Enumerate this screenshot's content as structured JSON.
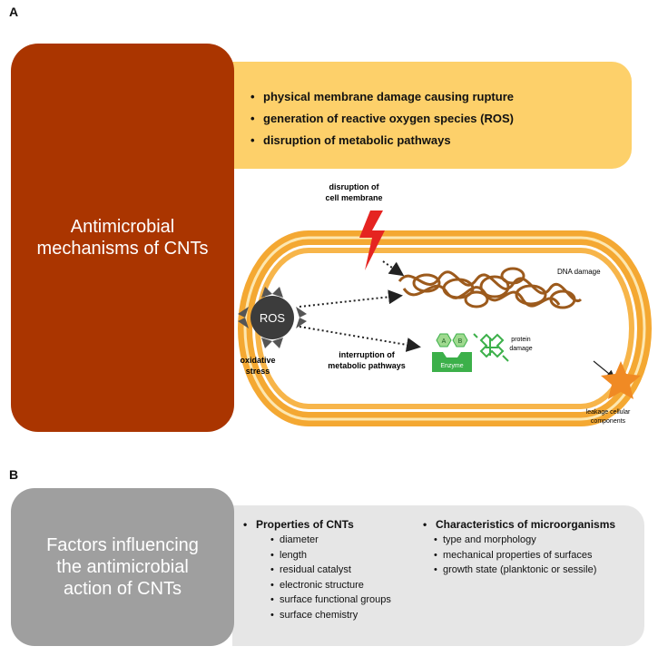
{
  "panel_a": {
    "letter": "A",
    "title_line1": "Antimicrobial",
    "title_line2": "mechanisms of CNTs",
    "mechanisms": [
      "physical membrane damage causing rupture",
      "generation of reactive oxygen species (ROS)",
      "disruption of metabolic pathways"
    ],
    "diagram": {
      "membrane_label_1": "disruption of",
      "membrane_label_2": "cell membrane",
      "ros_label": "ROS",
      "oxidative_1": "oxidative",
      "oxidative_2": "stress",
      "dna_label": "DNA damage",
      "interrupt_1": "interruption of",
      "interrupt_2": "metabolic pathways",
      "enzyme_a": "A",
      "enzyme_b": "B",
      "enzyme_label": "Enzyme",
      "protein_1": "protein",
      "protein_2": "damage",
      "leak_1": "leakage cellular",
      "leak_2": "components"
    },
    "colors": {
      "red": "#aa3500",
      "yellow": "#fdd06a",
      "membrane": "#f4a832",
      "dna": "#9c5a1c",
      "enzyme": "#3cb04a",
      "star": "#f08a24"
    }
  },
  "panel_b": {
    "letter": "B",
    "title_line1": "Factors influencing",
    "title_line2": "the antimicrobial",
    "title_line3": "action of CNTs",
    "properties_heading": "Properties of CNTs",
    "properties": [
      "diameter",
      "length",
      "residual catalyst",
      "electronic structure",
      "surface functional groups",
      "surface chemistry"
    ],
    "micro_heading": "Characteristics of microorganisms",
    "micro": [
      "type and morphology",
      "mechanical properties of surfaces",
      "growth state (planktonic or sessile)"
    ]
  }
}
